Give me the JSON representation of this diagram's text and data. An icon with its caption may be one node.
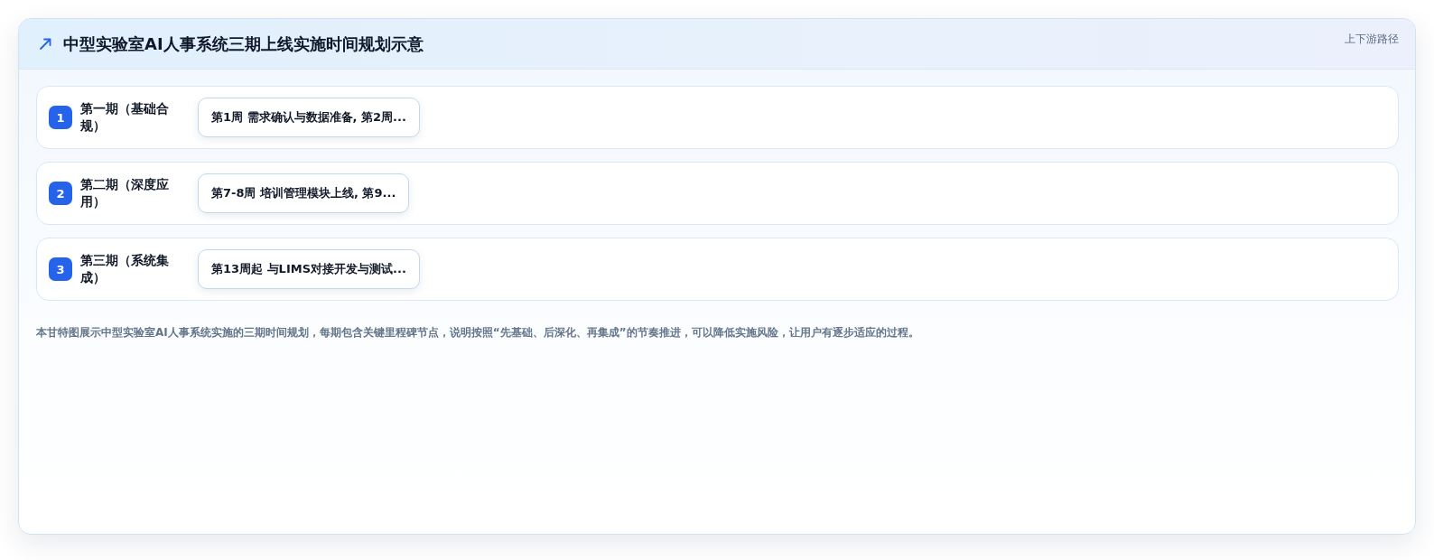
{
  "diagram": {
    "title": "中型实验室AI人事系统三期上线实施时间规划示意",
    "nodes": [
      {
        "text": [
          "第一期（基础合规）"
        ]
      },
      {
        "text": [
          "1"
        ],
        "in": 0
      },
      {
        "text": [
          "第1周 需求确认与数据准备, 第2周..."
        ],
        "in": 0
      },
      {
        "text": [
          "第二期（深度应用）"
        ]
      },
      {
        "text": [
          "2"
        ],
        "in": 3
      },
      {
        "text": [
          "第7-8周 培训管理模块上线, 第9..."
        ],
        "in": 3
      },
      {
        "text": [
          "第三期（系统集成）"
        ]
      },
      {
        "text": [
          "3"
        ],
        "in": 6
      },
      {
        "text": [
          "第13周起 与LIMS对接开发与测试..."
        ],
        "in": 6
      }
    ],
    "edges": [],
    "labels": [
      "上下游路径"
    ],
    "caption": "本甘特图展示中型实验室AI人事系统实施的三期时间规划，每期包含关键里程碑节点，说明按照“先基础、后深化、再集成”的节奏推进，可以降低实施风险，让用户有逐步适应的过程。"
  }
}
